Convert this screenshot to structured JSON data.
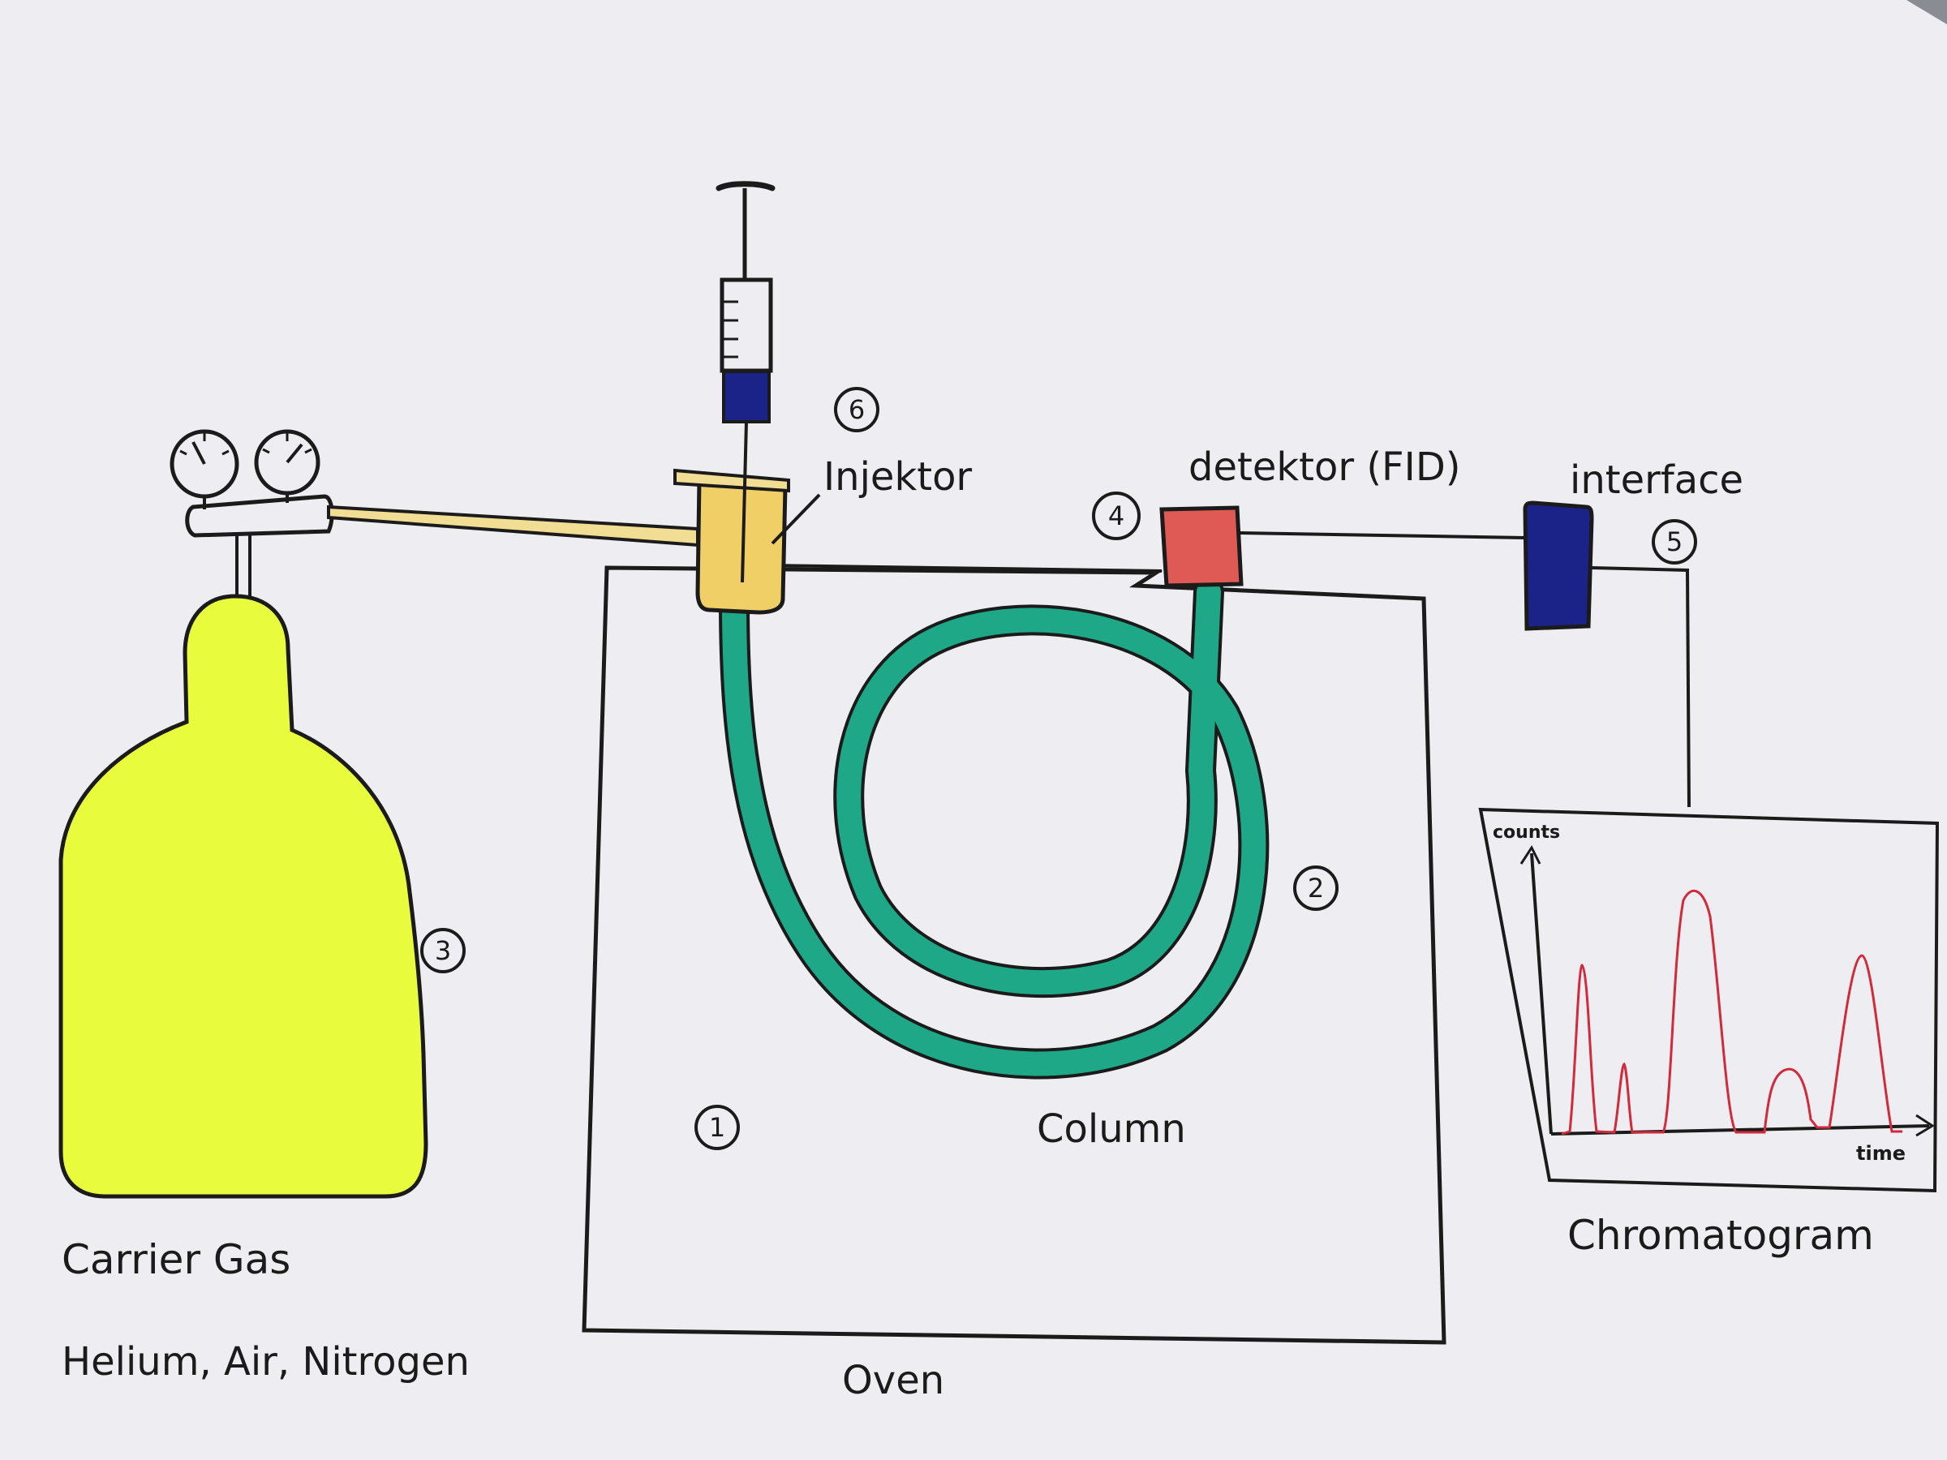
{
  "labels": {
    "injector": "Injektor",
    "detector": "detektor (FID)",
    "interface": "interface",
    "column": "Column",
    "oven": "Oven",
    "carrier_gas": "Carrier Gas",
    "gases": "Helium, Air, Nitrogen",
    "chromatogram": "Chromatogram",
    "counts_axis": "counts",
    "time_axis": "time"
  },
  "markers": {
    "oven": "1",
    "column": "2",
    "gas_bottle": "3",
    "detector": "4",
    "interface": "5",
    "injector": "6"
  },
  "colors": {
    "paper": "#eeedf1",
    "ink": "#1b1b1b",
    "gas_bottle": "#e8fb3c",
    "gas_line": "#f2dd94",
    "injector": "#f0d066",
    "column": "#1fa888",
    "detector": "#e05a55",
    "interface": "#1c2388",
    "syringe_sample": "#1c2388",
    "chromatogram_trace": "#d12a3a"
  }
}
